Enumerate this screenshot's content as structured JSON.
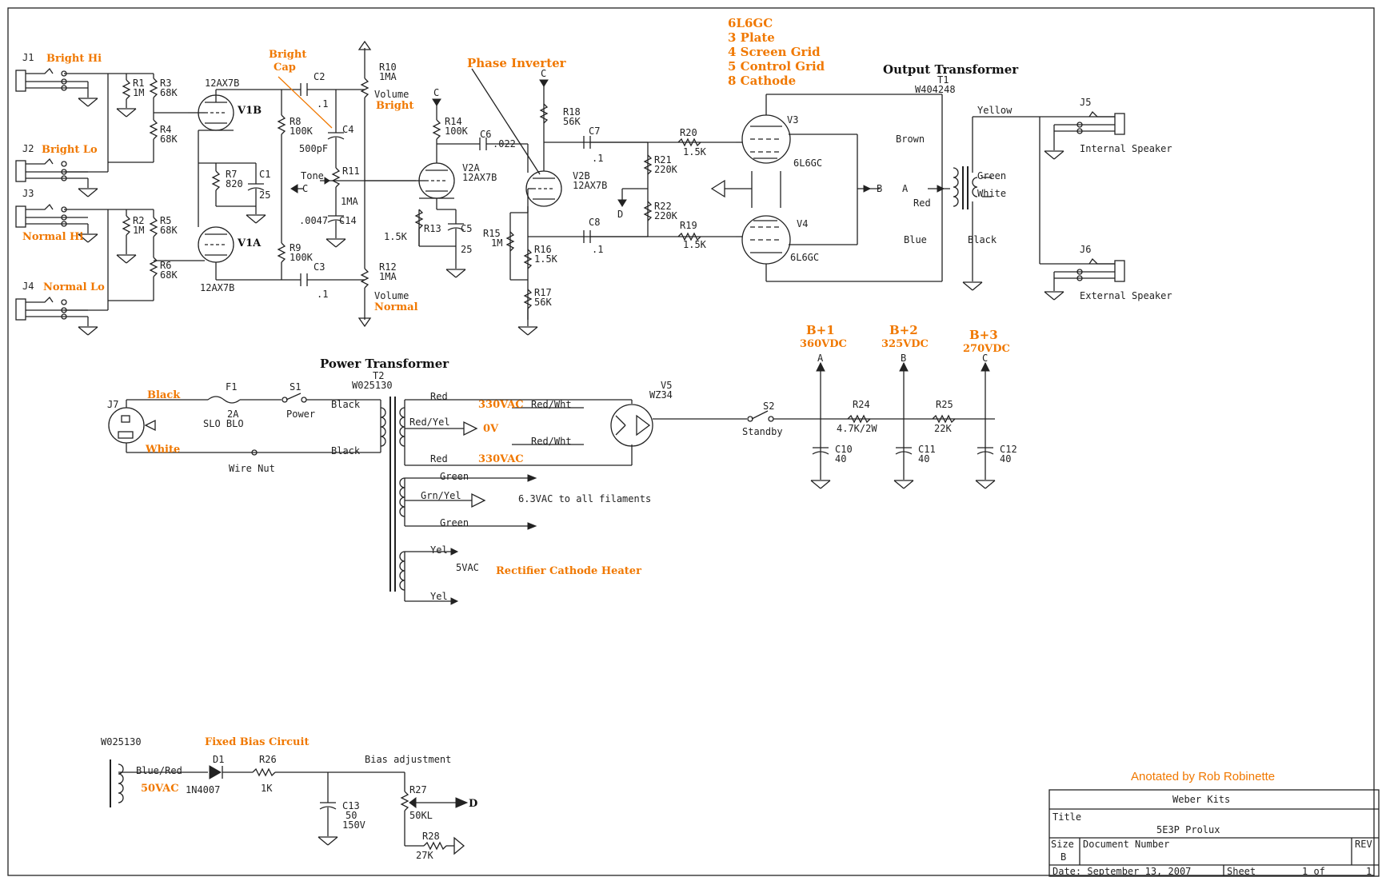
{
  "colors": {
    "line": "#222222",
    "annotation": "#f07800",
    "background": "#ffffff"
  },
  "annotations": {
    "bright_hi": "Bright Hi",
    "bright_lo": "Bright Lo",
    "normal_hi": "Normal Hi",
    "normal_lo": "Normal Lo",
    "bright_cap_1": "Bright",
    "bright_cap_2": "Cap",
    "phase_inverter": "Phase Inverter",
    "volume_bright": "Bright",
    "volume_normal": "Normal",
    "tube_pins": [
      "6L6GC",
      "3 Plate",
      "4 Screen Grid",
      "5 Control Grid",
      "8 Cathode"
    ],
    "black": "Black",
    "white": "White",
    "ac330_1": "330VAC",
    "ov": "0V",
    "ac330_2": "330VAC",
    "rect_heater": "Rectifier Cathode Heater",
    "b1": "B+1",
    "b1v": "360VDC",
    "b2": "B+2",
    "b2v": "325VDC",
    "b3": "B+3",
    "b3v": "270VDC",
    "fixed_bias": "Fixed Bias Circuit",
    "bias_50vac": "50VAC",
    "credit": "Anotated by Rob Robinette"
  },
  "headings": {
    "output_transformer": "Output Transformer",
    "power_transformer": "Power Transformer"
  },
  "labels": {
    "J1": "J1",
    "J2": "J2",
    "J3": "J3",
    "J4": "J4",
    "J5": "J5",
    "J6": "J6",
    "J7": "J7",
    "R1": "R1",
    "R1v": "1M",
    "R2": "R2",
    "R2v": "1M",
    "R3": "R3",
    "R3v": "68K",
    "R4": "R4",
    "R4v": "68K",
    "R5": "R5",
    "R5v": "68K",
    "R6": "R6",
    "R6v": "68K",
    "V1B_type": "12AX7B",
    "V1B": "V1B",
    "V1A": "V1A",
    "V1A_type": "12AX7B",
    "R7": "R7",
    "R7v": "820",
    "C1": "C1",
    "C1v": "25",
    "C2": "C2",
    "C2v": ".1",
    "C3": "C3",
    "C3v": ".1",
    "C4": "C4",
    "C4v": "500pF",
    "C14": "C14",
    "C14v": ".0047",
    "R8": "R8",
    "R8v": "100K",
    "R9": "R9",
    "R9v": "100K",
    "R10": "R10",
    "R10v": "1MA",
    "volume1": "Volume",
    "R11": "R11",
    "R11v": "1MA",
    "tone": "Tone",
    "R12": "R12",
    "R12v": "1MA",
    "volume2": "Volume",
    "R13": "R13",
    "R13v": "1.5K",
    "R14": "R14",
    "R14v": "100K",
    "C5": "C5",
    "C5v": "25",
    "C6": "C6",
    "C6v": ".022",
    "V2A": "V2A",
    "V2A_type": "12AX7B",
    "V2B": "V2B",
    "V2B_type": "12AX7B",
    "R15": "R15",
    "R15v": "1M",
    "R16": "R16",
    "R16v": "1.5K",
    "R17": "R17",
    "R17v": "56K",
    "R18": "R18",
    "R18v": "56K",
    "C7": "C7",
    "C7v": ".1",
    "C8": "C8",
    "C8v": ".1",
    "R19": "R19",
    "R19v": "1.5K",
    "R20": "R20",
    "R20v": "1.5K",
    "R21": "R21",
    "R21v": "220K",
    "R22": "R22",
    "R22v": "220K",
    "V3": "V3",
    "V3_type": "6L6GC",
    "V4": "V4",
    "V4_type": "6L6GC",
    "T1": "T1",
    "T1_part": "W404248",
    "brown": "Brown",
    "red": "Red",
    "blue": "Blue",
    "yellow": "Yellow",
    "green": "Green",
    "white": "White",
    "black_ot": "Black",
    "internal": "Internal Speaker",
    "external": "External Speaker",
    "F1": "F1",
    "F1v": "2A",
    "slo": "SLO BLO",
    "S1": "S1",
    "power": "Power",
    "wirenut": "Wire Nut",
    "T2": "T2",
    "T2_part": "W025130",
    "pt_black1": "Black",
    "pt_black2": "Black",
    "sec_red1": "Red",
    "sec_redyel": "Red/Yel",
    "sec_redwht1": "Red/Wht",
    "sec_redwht2": "Red/Wht",
    "sec_red2": "Red",
    "green1": "Green",
    "grnyel": "Grn/Yel",
    "green2": "Green",
    "fil": "6.3VAC to all filaments",
    "yel1": "Yel",
    "vac5": "5VAC",
    "yel2": "Yel",
    "V5": "V5",
    "V5_type": "WZ34",
    "S2": "S2",
    "standby": "Standby",
    "R24": "R24",
    "R24v": "4.7K/2W",
    "R25": "R25",
    "R25v": "22K",
    "C10": "C10",
    "C10v": "40",
    "C11": "C11",
    "C11v": "40",
    "C12": "C12",
    "C12v": "40",
    "A": "A",
    "B": "B",
    "C": "C",
    "D": "D",
    "bias_part": "W025130",
    "bluered": "Blue/Red",
    "D1": "D1",
    "D1v": "1N4007",
    "R26": "R26",
    "R26v": "1K",
    "C13": "C13",
    "C13v1": "50",
    "C13v2": "150V",
    "bias_adj": "Bias adjustment",
    "R27": "R27",
    "R27v": "50KL",
    "R28": "R28",
    "R28v": "27K"
  },
  "title_block": {
    "company": "Weber Kits",
    "title_label": "Title",
    "title": "5E3P  Prolux",
    "size_label": "Size",
    "size": "B",
    "docnum_label": "Document Number",
    "rev_label": "REV",
    "date": "Date: September 13, 2007",
    "sheet": "Sheet",
    "sheet_of": "1 of",
    "sheet_total": "1"
  }
}
